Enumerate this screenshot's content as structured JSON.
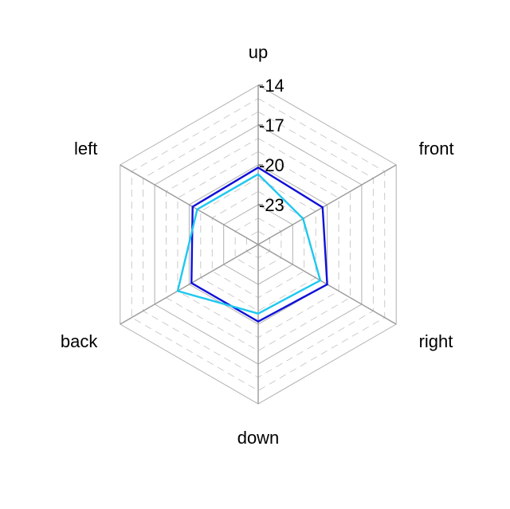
{
  "chart_data": {
    "type": "radar",
    "axes": [
      "up",
      "front",
      "right",
      "down",
      "back",
      "left"
    ],
    "r_ticks": [
      -14,
      -17,
      -20,
      -23
    ],
    "r_range": [
      -26,
      -14
    ],
    "grid": true,
    "series": [
      {
        "values": [
          -20.2,
          -20.4,
          -20.0,
          -20.2,
          -20.2,
          -20.3
        ],
        "color": "#1010d8"
      },
      {
        "values": [
          -20.7,
          -22.1,
          -20.6,
          -20.8,
          -19.0,
          -20.7
        ],
        "color": "#1ec8f0"
      }
    ]
  }
}
